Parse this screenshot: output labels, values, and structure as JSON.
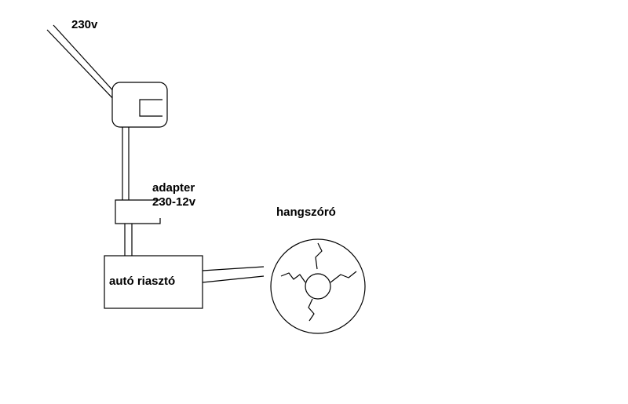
{
  "labels": {
    "mains": "230v",
    "adapter_line1": "adapter",
    "adapter_line2": "230-12v",
    "speaker": "hangszóró",
    "alarm": "autó riasztó"
  },
  "colors": {
    "background": "#ffffff",
    "ink": "#000000"
  }
}
